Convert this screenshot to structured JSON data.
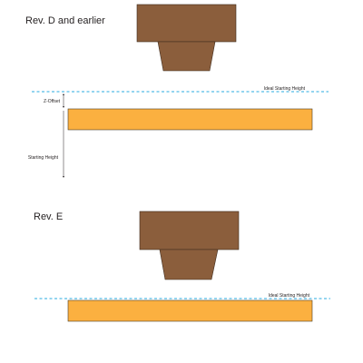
{
  "sections": [
    {
      "title": "Rev. D and earlier",
      "ideal_line_label": "Ideal Starting Height",
      "offset_label": "Z-Offset",
      "starting_height_label": "Starting Height"
    },
    {
      "title": "Rev. E",
      "ideal_line_label": "Ideal Starting Height"
    }
  ],
  "colors": {
    "nozzle_block": "#8b5e3c",
    "nozzle_outline": "#3d2a1c",
    "bed": "#fbb040",
    "bed_outline": "#4a3a22",
    "ideal_line": "#29abe2",
    "annotation": "#231f20"
  }
}
